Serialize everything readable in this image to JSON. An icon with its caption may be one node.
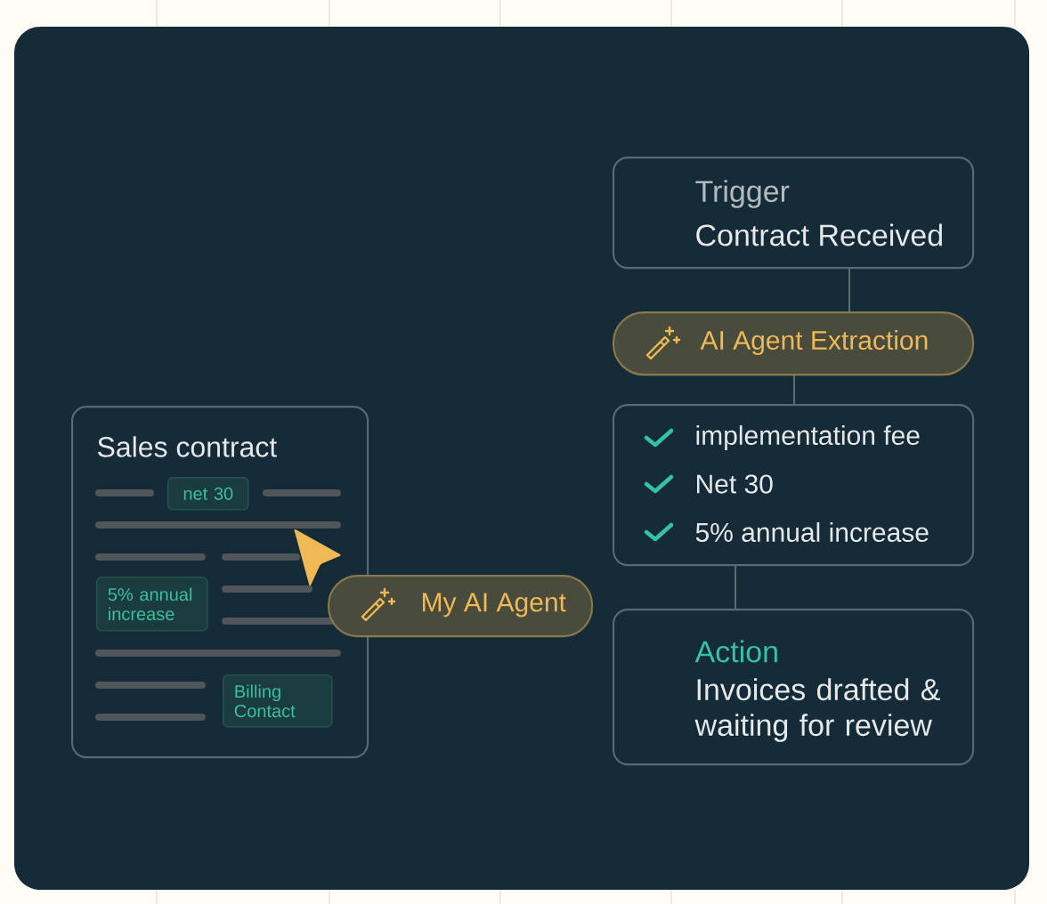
{
  "diagram": {
    "nodes": [
      {
        "text": [
          "Trigger",
          "Contract Received"
        ]
      },
      {
        "text": [
          "AI Agent Extraction"
        ]
      },
      {
        "text": [
          "implementation fee",
          "Net 30",
          "5% annual increase"
        ]
      },
      {
        "text": [
          "Action",
          "Invoices drafted & waiting for review"
        ]
      },
      {
        "text": [
          "Sales contract"
        ]
      },
      {
        "text": [
          "net 30"
        ],
        "in": 4
      },
      {
        "text": [
          "5% annual increase"
        ],
        "in": 4
      },
      {
        "text": [
          "Billing Contact"
        ],
        "in": 4
      },
      {
        "text": [
          "My AI Agent"
        ]
      }
    ],
    "edges": [
      {
        "from": 0,
        "to": 1,
        "arrow": "none"
      },
      {
        "from": 1,
        "to": 2,
        "arrow": "none"
      },
      {
        "from": 2,
        "to": 3,
        "arrow": "none"
      }
    ]
  }
}
